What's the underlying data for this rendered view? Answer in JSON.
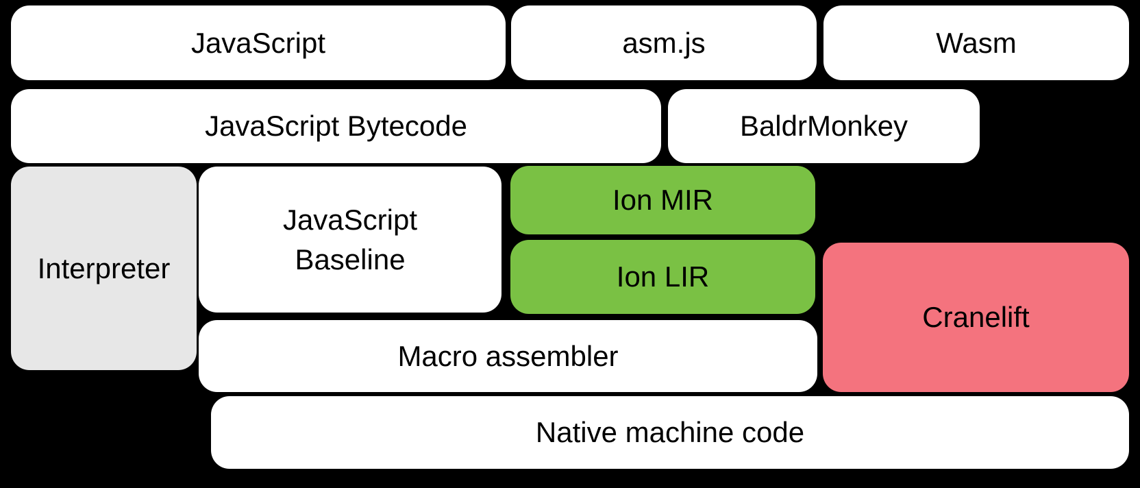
{
  "diagram": {
    "background_color": "#000000",
    "text_color": "#000000",
    "palette": {
      "default_box": "#ffffff",
      "ion_green": "#7ac144",
      "cranelift_pink": "#f4737e",
      "interpreter_gray": "#e7e7e7"
    },
    "boxes": {
      "javascript": {
        "label": "JavaScript",
        "fill": "#ffffff"
      },
      "asmjs": {
        "label": "asm.js",
        "fill": "#ffffff"
      },
      "wasm": {
        "label": "Wasm",
        "fill": "#ffffff"
      },
      "javascript_bytecode": {
        "label": "JavaScript Bytecode",
        "fill": "#ffffff"
      },
      "baldrmonkey": {
        "label": "BaldrMonkey",
        "fill": "#ffffff"
      },
      "interpreter": {
        "label": "Interpreter",
        "fill": "#e7e7e7"
      },
      "javascript_baseline": {
        "label": "JavaScript\nBaseline",
        "fill": "#ffffff"
      },
      "ion_mir": {
        "label": "Ion MIR",
        "fill": "#7ac144"
      },
      "ion_lir": {
        "label": "Ion LIR",
        "fill": "#7ac144"
      },
      "macro_assembler": {
        "label": "Macro assembler",
        "fill": "#ffffff"
      },
      "cranelift": {
        "label": "Cranelift",
        "fill": "#f4737e"
      },
      "native_machine_code": {
        "label": "Native machine code",
        "fill": "#ffffff"
      }
    }
  }
}
